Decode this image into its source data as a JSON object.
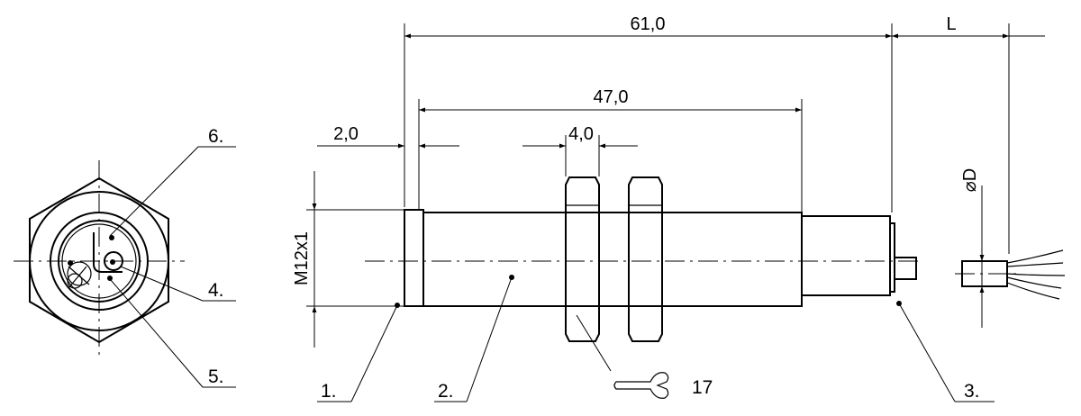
{
  "dimensions": {
    "overall_length": "61,0",
    "cable_length": "L",
    "thread_length": "47,0",
    "step_length": "2,0",
    "nut_thickness": "4,0",
    "thread_size": "M12x1",
    "cable_diameter": "⌀D"
  },
  "wrench": {
    "size": "17",
    "icon": "wrench-icon"
  },
  "callouts": {
    "c1": "1.",
    "c2": "2.",
    "c3": "3.",
    "c4": "4.",
    "c5": "5.",
    "c6": "6."
  }
}
